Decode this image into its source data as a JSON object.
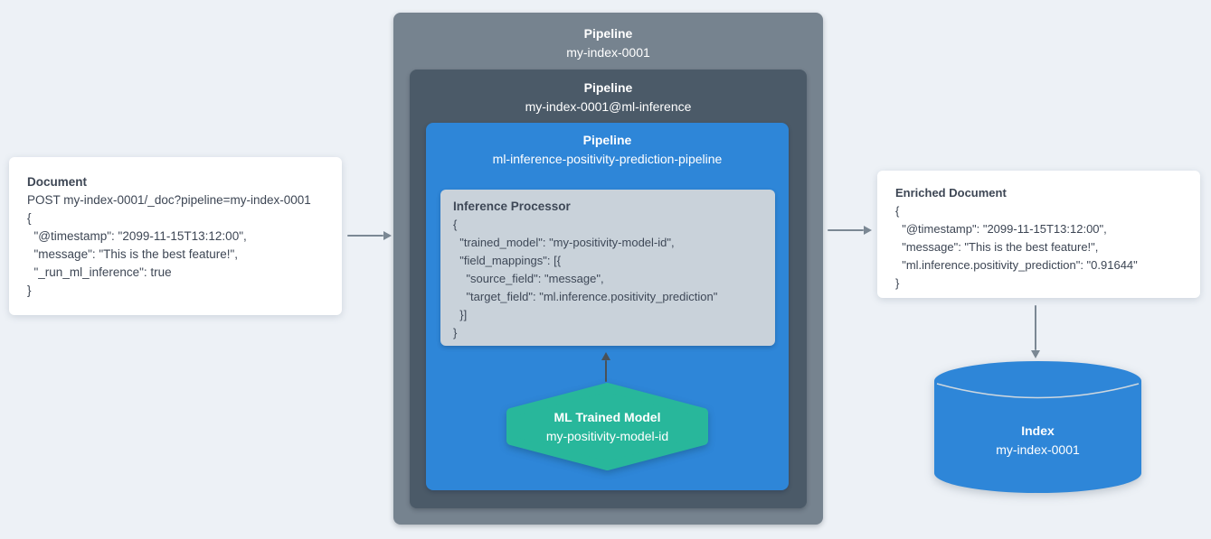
{
  "document_card": {
    "title": "Document",
    "lines": [
      "POST my-index-0001/_doc?pipeline=my-index-0001",
      "{",
      "  \"@timestamp\": \"2099-11-15T13:12:00\",",
      "  \"message\": \"This is the best feature!\",",
      "  \"_run_ml_inference\": true",
      "}"
    ]
  },
  "pipeline_outer": {
    "title": "Pipeline",
    "name": "my-index-0001"
  },
  "pipeline_ml": {
    "title": "Pipeline",
    "name": "my-index-0001@ml-inference"
  },
  "pipeline_inference": {
    "title": "Pipeline",
    "name": "ml-inference-positivity-prediction-pipeline"
  },
  "inference_processor": {
    "title": "Inference Processor",
    "lines": [
      "{",
      "  \"trained_model\": \"my-positivity-model-id\",",
      "  \"field_mappings\": [{",
      "    \"source_field\": \"message\",",
      "    \"target_field\": \"ml.inference.positivity_prediction\"",
      "  }]",
      "}"
    ]
  },
  "ml_trained_model": {
    "title": "ML Trained Model",
    "name": "my-positivity-model-id"
  },
  "enriched_card": {
    "title": "Enriched Document",
    "lines": [
      "{",
      "  \"@timestamp\": \"2099-11-15T13:12:00\",",
      "  \"message\": \"This is the best feature!\",",
      "  \"ml.inference.positivity_prediction\": \"0.91644\"",
      "}"
    ]
  },
  "index": {
    "title": "Index",
    "name": "my-index-0001"
  },
  "colors": {
    "background": "#edf1f6",
    "pipeline_outer": "#76838f",
    "pipeline_mid": "#4b5a68",
    "pipeline_blue": "#2e86d8",
    "processor_bg": "#c9d2da",
    "hexagon_teal": "#28b79b",
    "cylinder_blue": "#2e86d8",
    "arrow_gray": "#7b8894",
    "arrow_dark": "#4a5157",
    "text_dark": "#3d4654",
    "text_white": "#ffffff"
  }
}
